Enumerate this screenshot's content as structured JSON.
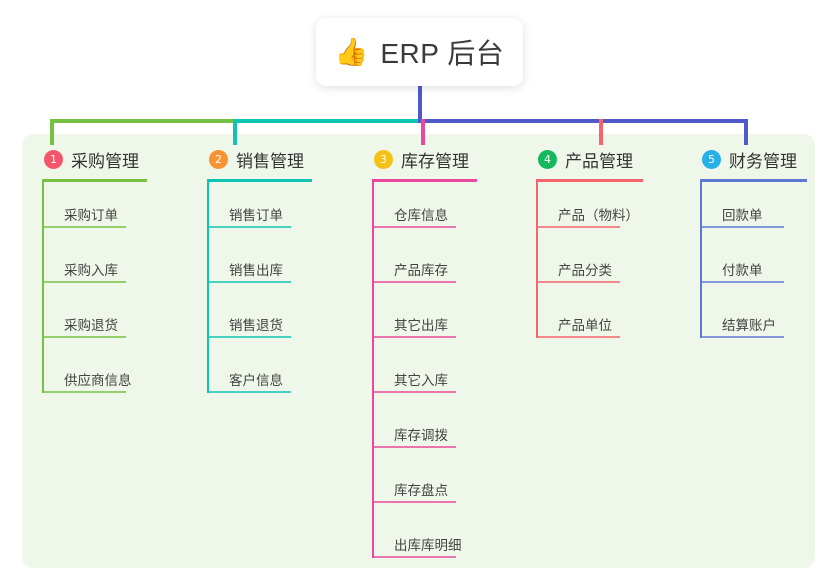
{
  "root": {
    "icon": "thumbs-up-icon",
    "icon_glyph": "👍",
    "title": "ERP 后台"
  },
  "palette": {
    "panel_bg": "#eef7e9",
    "page_bg": "#ffffff",
    "title_text": "#3a3a3a",
    "item_text": "#444444",
    "connector_green": "#76c043",
    "connector_teal": "#10c4b2",
    "connector_blue": "#5159c9",
    "connector_pink": "#e8499a",
    "connector_red": "#f4646b"
  },
  "columns": [
    {
      "number": "1",
      "title": "采购管理",
      "badge_color": "#f4556b",
      "line_color": "#76c043",
      "items": [
        "采购订单",
        "采购入库",
        "采购退货",
        "供应商信息"
      ]
    },
    {
      "number": "2",
      "title": "销售管理",
      "badge_color": "#f79331",
      "line_color": "#10c4b2",
      "items": [
        "销售订单",
        "销售出库",
        "销售退货",
        "客户信息"
      ]
    },
    {
      "number": "3",
      "title": "库存管理",
      "badge_color": "#f5c116",
      "line_color": "#e8499a",
      "items": [
        "仓库信息",
        "产品库存",
        "其它出库",
        "其它入库",
        "库存调拨",
        "库存盘点",
        "出库库明细"
      ]
    },
    {
      "number": "4",
      "title": "产品管理",
      "badge_color": "#15b95c",
      "line_color": "#f4646b",
      "items": [
        "产品（物料）",
        "产品分类",
        "产品单位"
      ]
    },
    {
      "number": "5",
      "title": "财务管理",
      "badge_color": "#27b0e6",
      "line_color": "#5d79d4",
      "items": [
        "回款单",
        "付款单",
        "结算账户"
      ]
    }
  ]
}
